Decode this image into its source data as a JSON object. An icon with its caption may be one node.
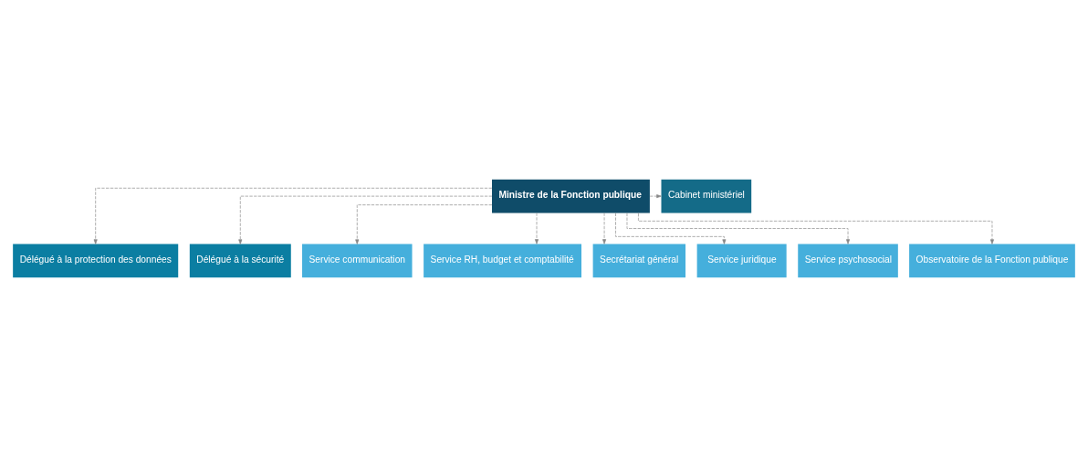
{
  "diagram": {
    "nodes": [
      {
        "text": [
          "Ministre de la Fonction publique"
        ]
      },
      {
        "text": [
          "Cabinet ministériel"
        ]
      },
      {
        "text": [
          "Délégué à la protection des données"
        ]
      },
      {
        "text": [
          "Délégué à la sécurité"
        ]
      },
      {
        "text": [
          "Service communication"
        ]
      },
      {
        "text": [
          "Service RH, budget et comptabilité"
        ]
      },
      {
        "text": [
          "Secrétariat général"
        ]
      },
      {
        "text": [
          "Service juridique"
        ]
      },
      {
        "text": [
          "Service psychosocial"
        ]
      },
      {
        "text": [
          "Observatoire de la Fonction publique"
        ]
      }
    ],
    "edges": [
      {
        "from": 0,
        "to": 1,
        "arrow": "to",
        "style": "dashed"
      },
      {
        "from": 0,
        "to": 2,
        "arrow": "to",
        "style": "dashed"
      },
      {
        "from": 0,
        "to": 3,
        "arrow": "to",
        "style": "dashed"
      },
      {
        "from": 0,
        "to": 4,
        "arrow": "to",
        "style": "dashed"
      },
      {
        "from": 0,
        "to": 5,
        "arrow": "to",
        "style": "dashed"
      },
      {
        "from": 0,
        "to": 6,
        "arrow": "to",
        "style": "dashed"
      },
      {
        "from": 0,
        "to": 7,
        "arrow": "to",
        "style": "dashed"
      },
      {
        "from": 0,
        "to": 8,
        "arrow": "to",
        "style": "dashed"
      },
      {
        "from": 0,
        "to": 9,
        "arrow": "to",
        "style": "dashed"
      }
    ]
  }
}
